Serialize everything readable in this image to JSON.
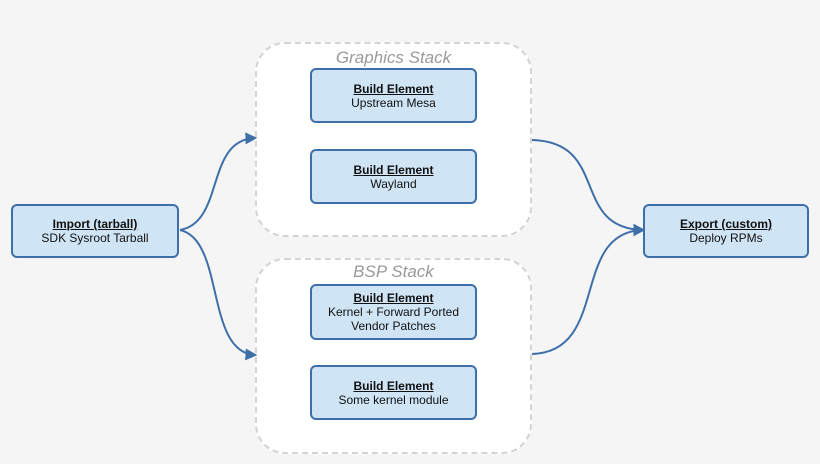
{
  "colors": {
    "node_fill": "#cfe4f4",
    "node_border": "#3f6fa8",
    "arrow": "#3f6fa8",
    "group_border": "#d4d4d4",
    "group_title": "#9a9a9a",
    "background": "#f5f5f5"
  },
  "import_node": {
    "kind": "Import (tarball)",
    "desc": "SDK Sysroot Tarball"
  },
  "export_node": {
    "kind": "Export (custom)",
    "desc": "Deploy RPMs"
  },
  "graphics_stack": {
    "title": "Graphics Stack",
    "elements": [
      {
        "kind": "Build Element",
        "desc": "Upstream Mesa"
      },
      {
        "kind": "Build Element",
        "desc": "Wayland"
      }
    ]
  },
  "bsp_stack": {
    "title": "BSP Stack",
    "elements": [
      {
        "kind": "Build Element",
        "desc": "Kernel + Forward Ported Vendor Patches"
      },
      {
        "kind": "Build Element",
        "desc": "Some kernel module"
      }
    ]
  }
}
